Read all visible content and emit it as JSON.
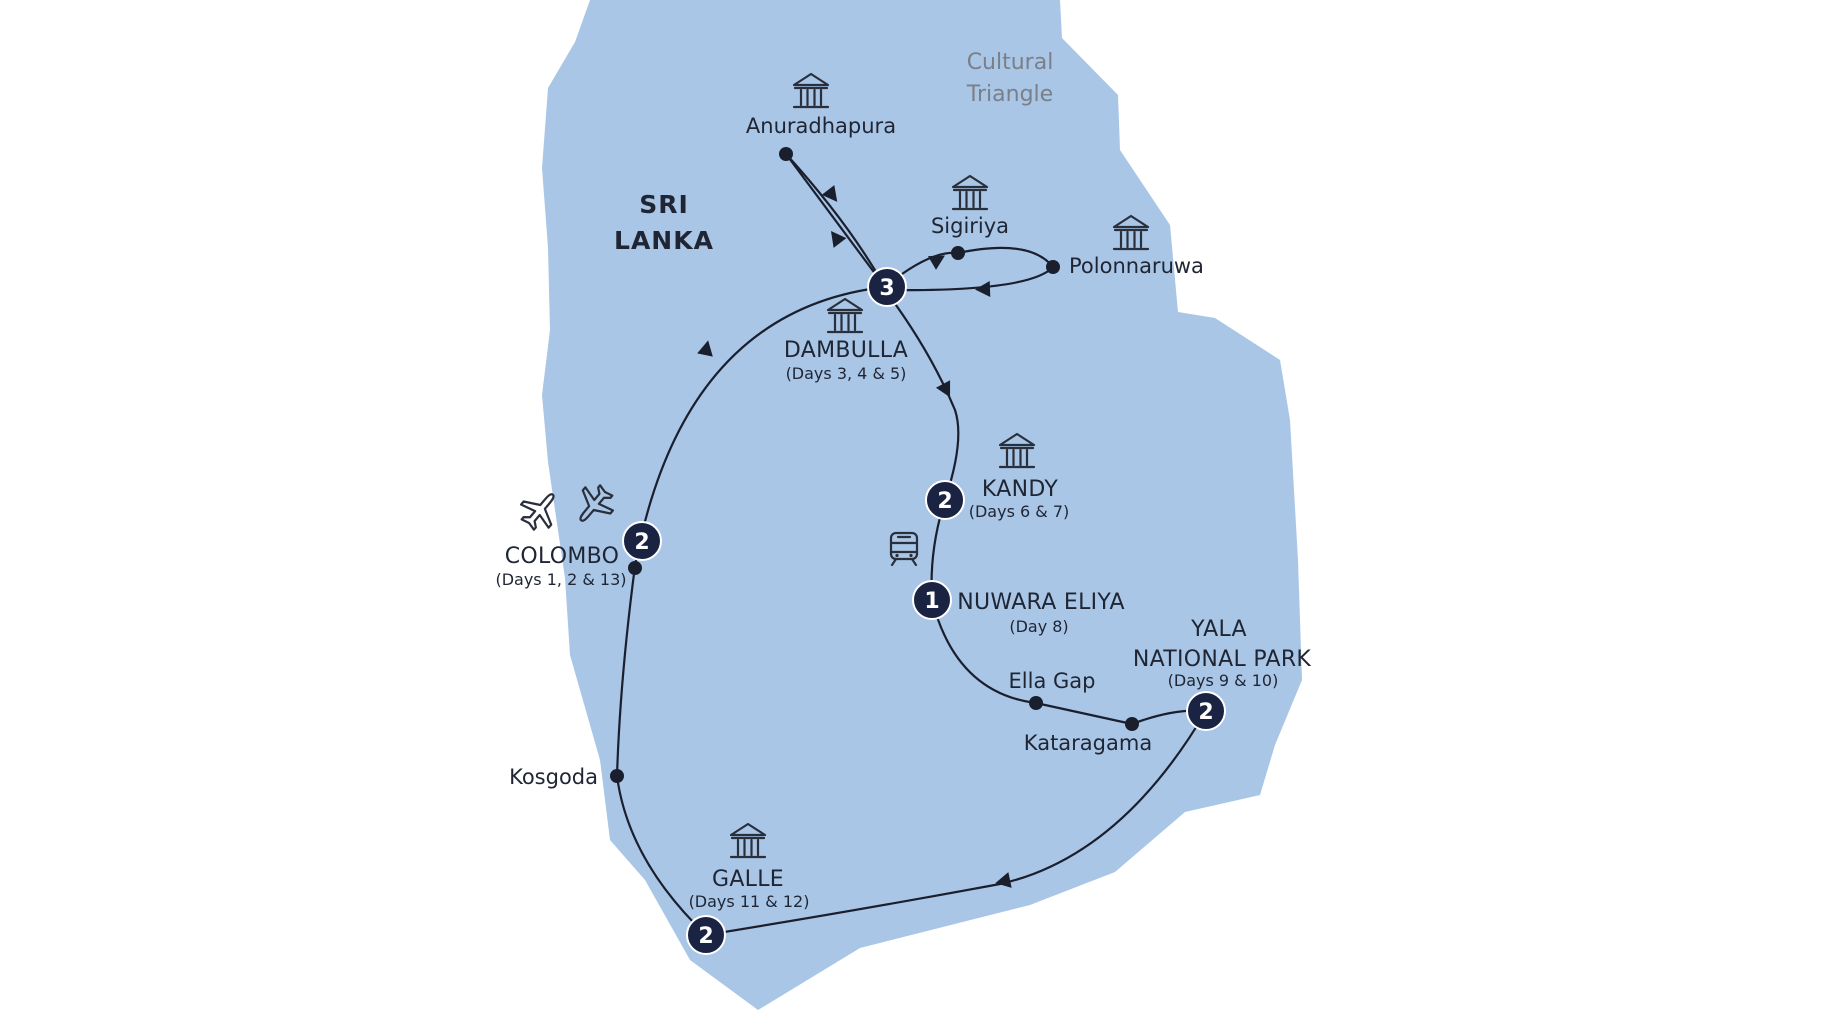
{
  "map": {
    "country_label": [
      "SRI",
      "LANKA"
    ],
    "region_label": [
      "Cultural",
      "Triangle"
    ],
    "colors": {
      "land": "#a9c6e6",
      "route": "#1a1f2e",
      "badge": "#1b2343",
      "text": "#1f2533",
      "region_text": "#7a7f88"
    },
    "stops": {
      "colombo": {
        "name": "COLOMBO",
        "days": "(Days 1, 2 & 13)",
        "nights": "2",
        "icon": "airplane-icon"
      },
      "dambulla": {
        "name": "DAMBULLA",
        "days": "(Days 3, 4 & 5)",
        "nights": "3",
        "icon": "temple-icon"
      },
      "kandy": {
        "name": "KANDY",
        "days": "(Days 6 & 7)",
        "nights": "2",
        "icon": "temple-icon"
      },
      "nuwara_eliya": {
        "name": "NUWARA ELIYA",
        "days": "(Day 8)",
        "nights": "1",
        "icon": "train-icon"
      },
      "yala": {
        "name_line1": "YALA",
        "name_line2": "NATIONAL PARK",
        "days": "(Days 9 & 10)",
        "nights": "2"
      },
      "galle": {
        "name": "GALLE",
        "days": "(Days 11 & 12)",
        "nights": "2",
        "icon": "temple-icon"
      }
    },
    "waypoints": {
      "anuradhapura": "Anuradhapura",
      "sigiriya": "Sigiriya",
      "polonnaruwa": "Polonnaruwa",
      "ella_gap": "Ella Gap",
      "kataragama": "Kataragama",
      "kosgoda": "Kosgoda"
    }
  }
}
